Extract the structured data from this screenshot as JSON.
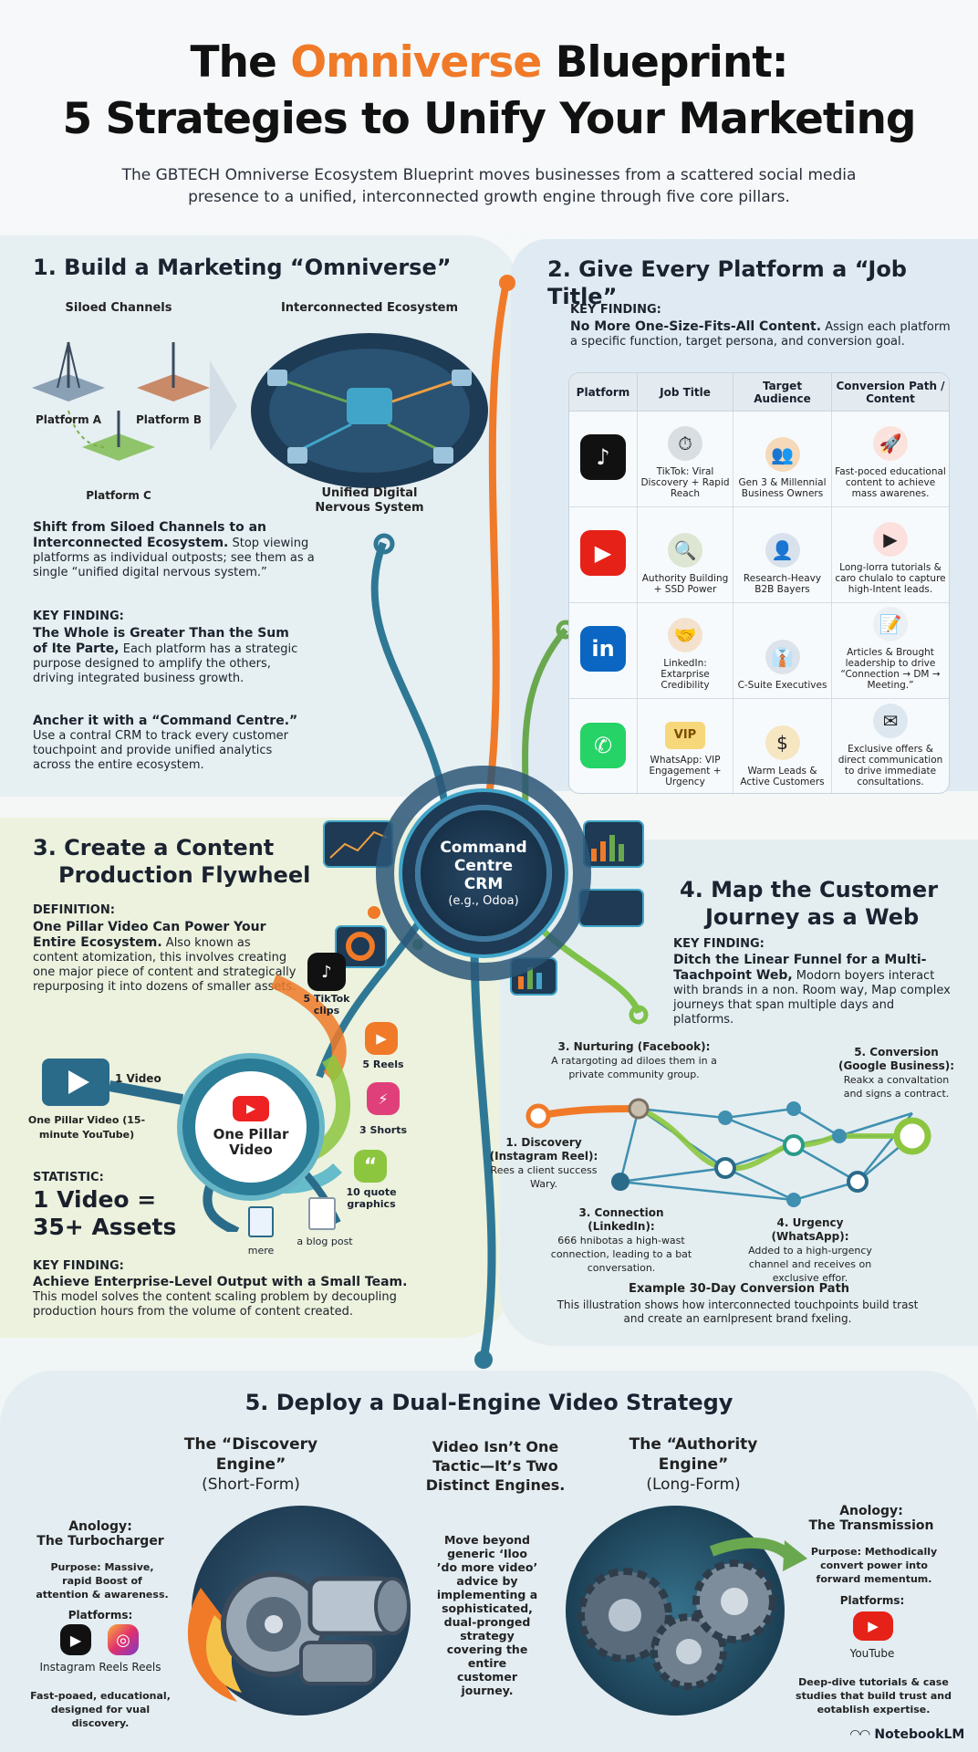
{
  "header": {
    "title_prefix": "The ",
    "title_accent": "Omniverse",
    "title_suffix": " Blueprint:",
    "title_line2": "5 Strategies to Unify Your Marketing",
    "subtitle": "The GBTECH Omniverse Ecosystem Blueprint moves businesses from a scattered social media presence to a unified, interconnected growth engine through five core pillars.",
    "accent_color": "#f07a28"
  },
  "s1": {
    "heading": "1. Build a Marketing “Omniverse”",
    "siloed_label": "Siloed Channels",
    "ecosystem_label": "Interconnected Ecosystem",
    "platform_a": "Platform A",
    "platform_b": "Platform B",
    "platform_c": "Platform C",
    "unified_label": "Unified Digital Nervous System",
    "shift_bold": "Shift from Siloed Channels to an Interconnected Ecosystem.",
    "shift_text": " Stop viewing platforms as individual outposts; see them as a single “unified digital nervous system.”",
    "kf_label": "KEY FINDING:",
    "kf_bold": "The Whole is Greater Than the Sum of Ite Parte,",
    "kf_text": " Each platform has a strategic purpose designed to amplify the others, driving integrated business growth.",
    "anchor_bold": "Ancher it with a “Command Centre.”",
    "anchor_text": "Use a contral CRM to track every customer touchpoint and provide unified analytics across the entire ecosystem."
  },
  "s2": {
    "heading": "2. Give Every Platform a “Job Title”",
    "kf_label": "KEY FINDING:",
    "kf_bold": "No More One-Size-Fits-All Content.",
    "kf_text": " Assign each platform a specific function, target persona, and conversion goal.",
    "columns": [
      "Platform",
      "Job Title",
      "Target Audience",
      "Conversion Path / Content"
    ],
    "rows": [
      {
        "platform": "TikTok",
        "job": "TikTok: Viral Discovery + Rapid Reach",
        "audience": "Gen 3 & Millennial Business Owners",
        "conversion": "Fast-poced educational content to achieve mass awarenes."
      },
      {
        "platform": "YouTube",
        "job": "Authority Building + SSD Power",
        "audience": "Research-Heavy B2B Bayers",
        "conversion": "Long-lorra tutorials & caro chulalo to capture high-Intent leads."
      },
      {
        "platform": "LinkedIn",
        "job": "LinkedIn: Extarprise Credibility",
        "audience": "C-Suite Executives",
        "conversion": "Articles & Brought leadership to drive “Connection → DM → Meeting.”"
      },
      {
        "platform": "WhatsApp",
        "job": "WhatsApp: VIP Engagement + Urgency",
        "audience": "Warm Leads & Active Customers",
        "conversion": "Exclusive offers & direct communication to drive immediate consultations."
      }
    ],
    "vip_badge": "VIP",
    "tiktok_color": "#111111",
    "youtube_color": "#e62117",
    "linkedin_color": "#0a66c2",
    "whatsapp_color": "#25d366"
  },
  "crm": {
    "line1": "Command",
    "line2": "Centre",
    "line3": "CRM",
    "line4": "(e.g., Odoa)"
  },
  "s3": {
    "heading_line1": "3. Create a Content",
    "heading_line2": "Production Flywheel",
    "def_label": "DEFINITION:",
    "def_bold": "One Pillar Video Can Power Your Entire Ecosystem.",
    "def_text": " Also known as content atomization, this involves creating one major piece of content and strategically repurposing it into dozens of smaller assets.",
    "video_label": "1 Video",
    "pillar_caption": "One Pillar Video (15-minute YouTube)",
    "pillar_center": "One Pillar Video",
    "outputs": {
      "tiktok": "5 TikTok clips",
      "reels": "5 Reels",
      "shorts": "3 Shorts",
      "quotes": "10 quote graphics",
      "blog": "a blog post",
      "more": "mere"
    },
    "stat_label": "STATISTIC:",
    "stat_value_line1": "1 Video =",
    "stat_value_line2": "35+ Assets",
    "kf_label": "KEY FINDING:",
    "kf_bold": "Achieve Enterprise-Level Output with a Small Team.",
    "kf_text": "This model solves the content scaling problem by decoupling production hours from the volume of content created."
  },
  "s4": {
    "heading_line1": "4. Map the Customer",
    "heading_line2": "Journey as a Web",
    "kf_label": "KEY FINDING:",
    "kf_bold": "Ditch the Linear Funnel for a Multi-Taachpoint Web,",
    "kf_text": " Modorn boyers interact with brands in a non. Room way, Map complex journeys that span multiple days and platforms.",
    "steps": {
      "nurturing_title": "3. Nurturing (Facebook):",
      "nurturing_text": "A ratargoting ad diloes them in a private community group.",
      "conversion_title": "5. Conversion (Google Business):",
      "conversion_text": "Reakx a convaltation and signs a contract.",
      "discovery_title": "1. Discovery (Instagram Reel):",
      "discovery_text": "Rees a client success Wary.",
      "connection_title": "3. Connection (LinkedIn):",
      "connection_text": "666 hnibotas a high-wast connection, leading to a bat conversation.",
      "urgency_title": "4. Urgency (WhatsApp):",
      "urgency_text": "Added to a high-urgency channel and receives on exclusive effor."
    },
    "example_title": "Example 30-Day Conversion Path",
    "example_text": "This illustration shows how interconnected touchpoints build trast and create an earnlpresent brand fxeling."
  },
  "s5": {
    "heading": "5. Deploy a Dual-Engine Video Strategy",
    "discovery_title": "The “Discovery Engine”",
    "discovery_sub": "(Short-Form)",
    "center_title": "Video Isn’t One Tactic—It’s Two Distinct Engines.",
    "authority_title": "The “Authority Engine”",
    "authority_sub": "(Long-Form)",
    "left_analogy_label": "Anology:",
    "left_analogy": "The Turbocharger",
    "left_purpose": "Purpose: Massive, rapid Boost of attention & awareness.",
    "left_platforms_label": "Platforms:",
    "left_platforms": "Instagram Reels Reels",
    "left_desc": "Fast-poaed, educational, designed for vual discovery.",
    "center_text": "Move beyond generic ‘Iloo ’do more video’ advice by implementing a sophisticated, dual-pronged strategy covering the entire customer journey.",
    "right_analogy_label": "Anology:",
    "right_analogy": "The Transmission",
    "right_purpose": "Purpose: Methodically convert power into forward mementum.",
    "right_platforms_label": "Platforms:",
    "right_platforms": "YouTube",
    "right_desc": "Deep-dive tutorials & case studies that build trust and eotablish expertise."
  },
  "footer": {
    "brand": "NotebookLM"
  }
}
